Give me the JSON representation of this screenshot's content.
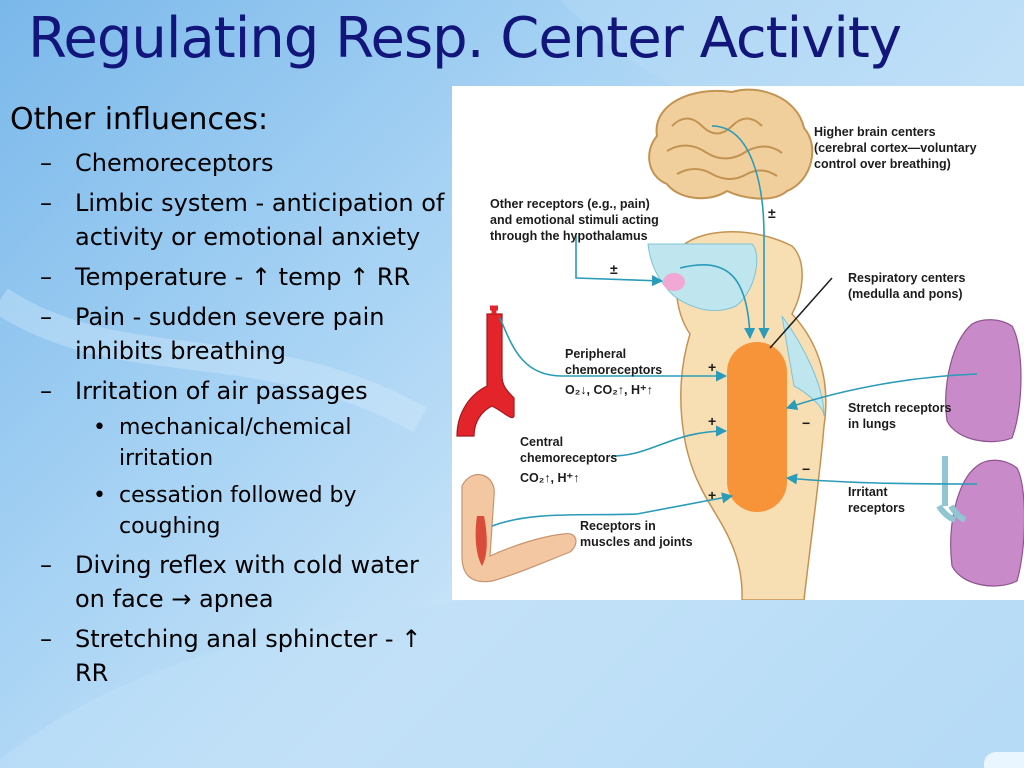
{
  "slide": {
    "title": "Regulating Resp. Center Activity",
    "intro": "Other influences:",
    "bullets": [
      {
        "text": "Chemoreceptors"
      },
      {
        "text": "Limbic system - anticipation of activity or emotional anxiety"
      },
      {
        "text": "Temperature - ↑ temp ↑ RR"
      },
      {
        "text": "Pain - sudden severe pain inhibits breathing"
      },
      {
        "text": "Irritation of air passages",
        "sub": [
          "mechanical/chemical irritation",
          "cessation followed by coughing"
        ]
      },
      {
        "text": "Diving reflex with cold water on face → apnea"
      },
      {
        "text": "Stretching anal sphincter - ↑ RR"
      }
    ]
  },
  "figure": {
    "labels": {
      "higher_brain": [
        "Higher brain centers",
        "(cerebral cortex—voluntary",
        "control over breathing)"
      ],
      "other_receptors": [
        "Other receptors (e.g., pain)",
        "and emotional stimuli acting",
        "through the hypothalamus"
      ],
      "resp_centers": [
        "Respiratory centers",
        "(medulla and pons)"
      ],
      "peripheral": [
        "Peripheral",
        "chemoreceptors"
      ],
      "peripheral_ions": "O₂↓, CO₂↑, H⁺↑",
      "central": [
        "Central",
        "chemoreceptors"
      ],
      "central_ions": "CO₂↑, H⁺↑",
      "stretch": [
        "Stretch receptors",
        "in lungs"
      ],
      "irritant": [
        "Irritant",
        "receptors"
      ],
      "muscles": [
        "Receptors in",
        "muscles and joints"
      ]
    },
    "signs": {
      "plus_minus": "±",
      "plus": "+",
      "minus": "−"
    },
    "colors": {
      "brainstem": "#f8deb3",
      "resp_center": "#f7943a",
      "arrows": "#2a9bb8",
      "hypothalamus": "#bfe6ef",
      "lungs": "#c88ac9",
      "aorta": "#e3242b"
    }
  }
}
